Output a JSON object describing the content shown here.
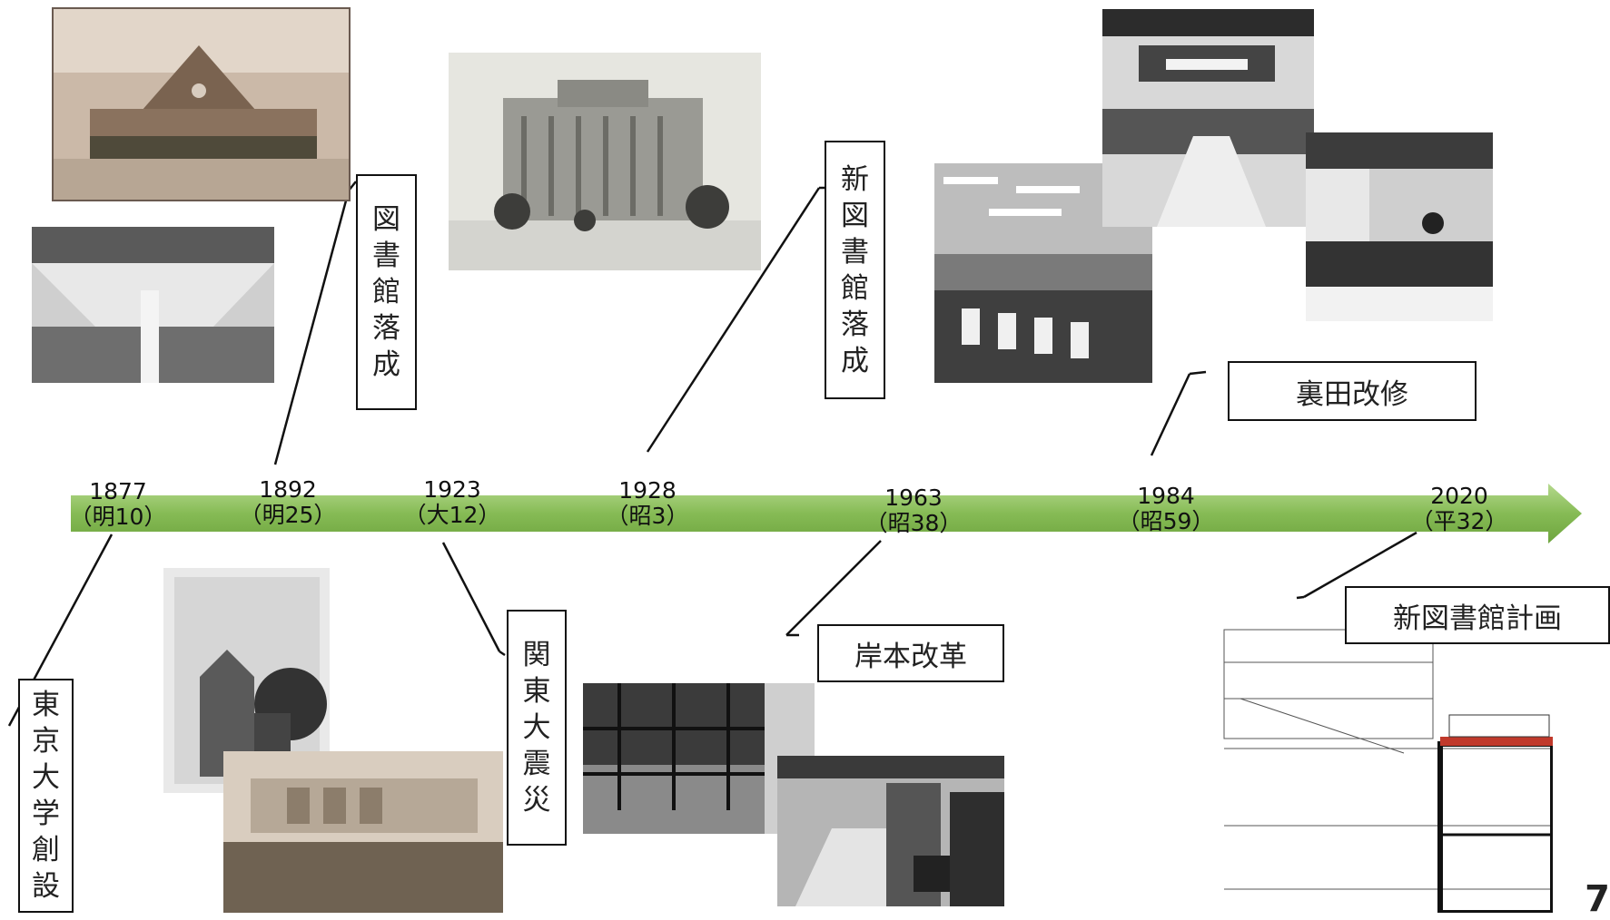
{
  "timeline": {
    "arrow_color": "#8bbf5a",
    "events": [
      {
        "year": "1877",
        "era": "（明10）"
      },
      {
        "year": "1892",
        "era": "（明25）"
      },
      {
        "year": "1923",
        "era": "（大12）"
      },
      {
        "year": "1928",
        "era": "（昭3）"
      },
      {
        "year": "1963",
        "era": "（昭38）"
      },
      {
        "year": "1984",
        "era": "（昭59）"
      },
      {
        "year": "2020",
        "era": "（平32）"
      }
    ]
  },
  "labels": {
    "founding": [
      "東",
      "京",
      "大",
      "学",
      "創",
      "設"
    ],
    "library_completed": [
      "図",
      "書",
      "館",
      "落",
      "成"
    ],
    "earthquake": [
      "関",
      "東",
      "大",
      "震",
      "災"
    ],
    "new_library_completed": [
      "新",
      "図",
      "書",
      "館",
      "落",
      "成"
    ],
    "kishimoto_reform": "岸本改革",
    "urata_renovation": "裏田改修",
    "new_library_plan": "新図書館計画"
  },
  "page_number": "7"
}
